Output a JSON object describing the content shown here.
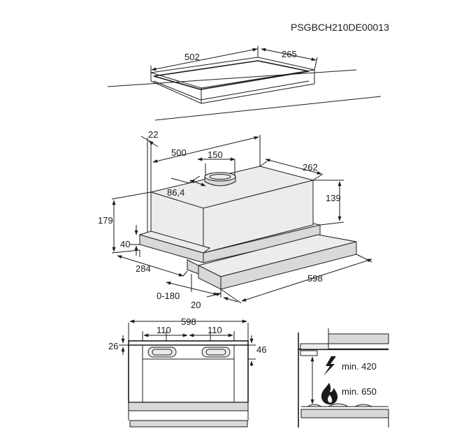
{
  "product_code": "PSGBCH210DE00013",
  "top_view": {
    "width": "502",
    "depth": "265"
  },
  "main_view": {
    "offset_top": "22",
    "depth_to_outlet": "500",
    "outlet_diameter": "150",
    "outlet_offset": "86,4",
    "depth": "262",
    "body_height": "139",
    "total_height": "179",
    "front_height": "40",
    "body_depth": "284",
    "extension": "0-180",
    "front_thickness": "20",
    "width": "598"
  },
  "front_view": {
    "width": "598",
    "hole_left": "110",
    "hole_right": "110",
    "offset_left": "26",
    "offset_right": "46"
  },
  "clearance": {
    "electric": "min. 420",
    "gas": "min. 650"
  }
}
